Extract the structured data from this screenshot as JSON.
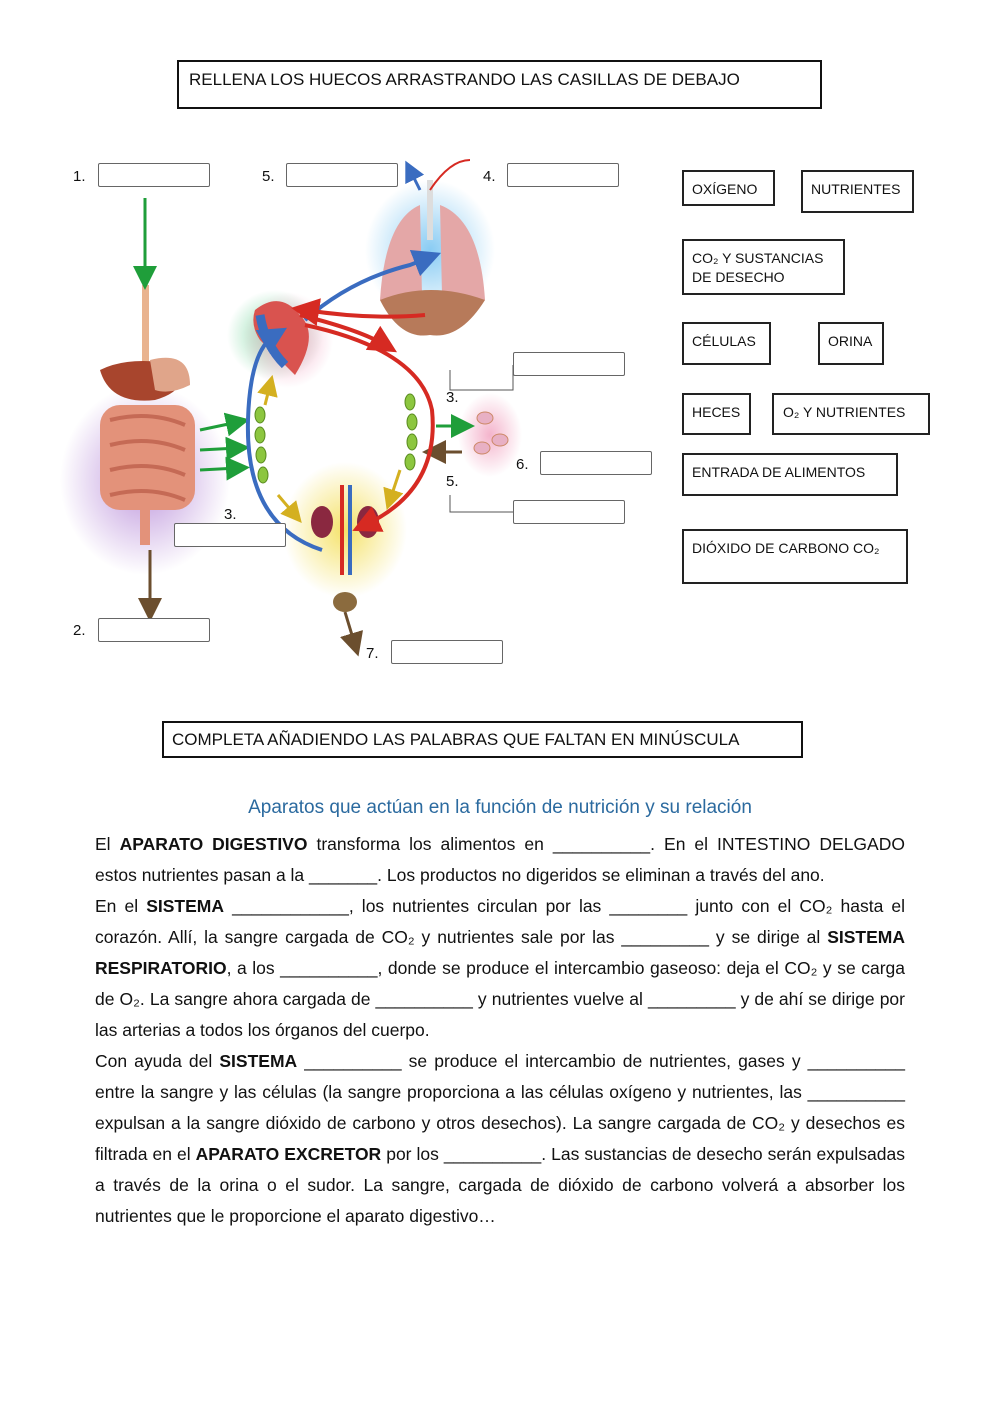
{
  "instruction1": "RELLENA LOS HUECOS ARRASTRANDO LAS CASILLAS DE DEBAJO",
  "instruction2": "COMPLETA AÑADIENDO LAS PALABRAS QUE FALTAN EN MINÚSCULA",
  "diagram_numbers": {
    "n1": "1.",
    "n2": "2.",
    "n3a": "3.",
    "n3b": "3.",
    "n4": "4.",
    "n5a": "5.",
    "n5b": "5.",
    "n6": "6.",
    "n7": "7."
  },
  "tiles": {
    "oxigeno": "OXÍGENO",
    "nutrientes": "NUTRIENTES",
    "co2_desecho": "CO₂ Y SUSTANCIAS DE DESECHO",
    "celulas": "CÉLULAS",
    "orina": "ORINA",
    "heces": "HECES",
    "o2_nutrientes": "O₂ Y NUTRIENTES",
    "entrada": "ENTRADA DE ALIMENTOS",
    "dioxido": "DIÓXIDO DE CARBONO CO₂"
  },
  "heading": "Aparatos que actúan en la función de nutrición y su relación",
  "text": {
    "p1_a": "El ",
    "p1_b": "APARATO DIGESTIVO",
    "p1_c": " transforma los alimentos en __________. En el INTESTINO DELGADO estos nutrientes pasan a la _______. Los productos no digeridos se eliminan a través del ano.",
    "p2_a": "En el ",
    "p2_b": "SISTEMA",
    "p2_c": " ____________, los nutrientes circulan por las ________ junto con el CO₂ hasta el corazón. Allí, la sangre cargada de CO₂ y nutrientes sale por las _________ y se dirige al ",
    "p2_d": "SISTEMA RESPIRATORIO",
    "p2_e": ", a los __________, donde se produce el intercambio gaseoso: deja el CO₂ y se carga de O₂.  La sangre ahora cargada de __________ y nutrientes vuelve al _________ y de ahí se dirige por las arterias a todos los órganos del cuerpo.",
    "p3_a": "Con ayuda del ",
    "p3_b": "SISTEMA",
    "p3_c": " __________ se produce el intercambio de nutrientes, gases y __________ entre la sangre y las células (la sangre proporciona a las células oxígeno y nutrientes, las __________ expulsan a la sangre dióxido de carbono y otros desechos).  La sangre cargada de CO₂ y desechos es filtrada en el ",
    "p3_d": "APARATO EXCRETOR",
    "p3_e": " por los __________. Las sustancias de desecho serán expulsadas a través de la orina o el sudor. La sangre, cargada de dióxido de carbono volverá a absorber los nutrientes que le proporcione el aparato digestivo…"
  },
  "colors": {
    "heading": "#2b6a9f",
    "artery": "#d62a22",
    "vein": "#3a6cc0",
    "nutrient_arrow": "#1f9e3a",
    "waste_arrow": "#6b4e2e"
  }
}
